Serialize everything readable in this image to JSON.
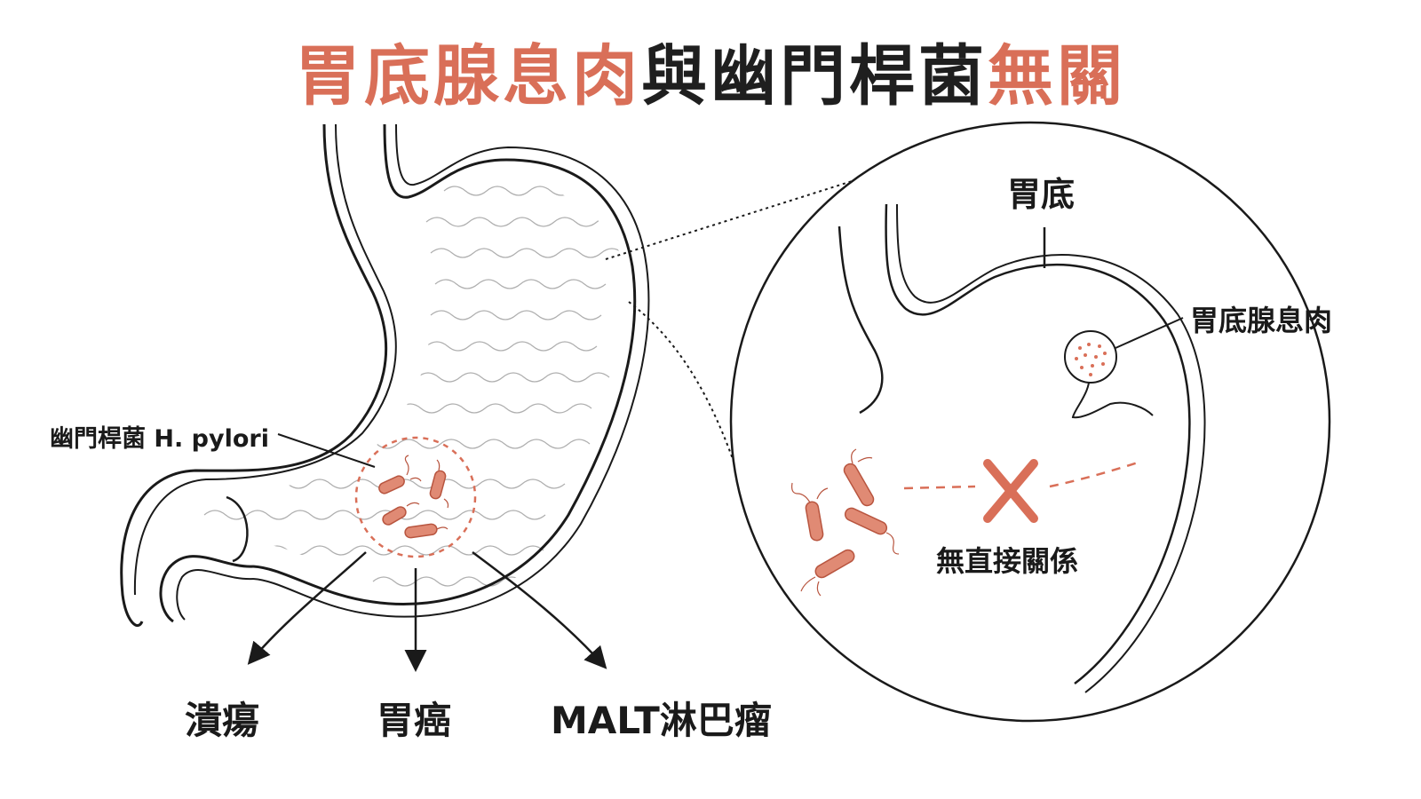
{
  "title": {
    "part1": "胃底腺息肉",
    "part2": "與幽門桿菌",
    "part3": "無關"
  },
  "labels": {
    "h_pylori": "幽門桿菌 H. pylori",
    "ulcer": "潰瘍",
    "gastric_cancer": "胃癌",
    "malt": "MALT淋巴瘤",
    "fundus": "胃底",
    "fundic_gland_polyp": "胃底腺息肉",
    "no_direct_relation": "無直接關係"
  },
  "colors": {
    "accent": "#d96f58",
    "bacteria_fill": "#e08a74",
    "line": "#1a1a1a"
  },
  "icons": [
    "bacteria-icon",
    "cross-icon",
    "polyp-icon",
    "arrow-icon"
  ]
}
